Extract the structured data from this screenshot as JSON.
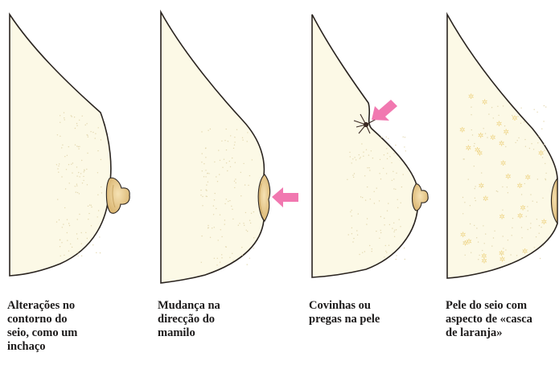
{
  "panels": [
    {
      "id": "contour-change",
      "caption_lines": [
        "Alterações no",
        "contorno do",
        "seio, como um",
        "inchaço"
      ]
    },
    {
      "id": "nipple-direction-change",
      "caption_lines": [
        "Mudança na",
        "direcção do",
        "mamilo"
      ]
    },
    {
      "id": "skin-dimpling",
      "caption_lines": [
        "Covinhas ou",
        "pregas na pele"
      ]
    },
    {
      "id": "orange-peel-skin",
      "caption_lines": [
        "Pele do seio com",
        "aspecto de «casca",
        "de laranja»"
      ]
    }
  ],
  "colors": {
    "skin_fill": "#fcf9e6",
    "outline": "#2a2420",
    "stipple": "#e3d8b0",
    "nipple": "#f0d79e",
    "nipple_shade": "#c9a664",
    "arrow": "#f178b0",
    "dimple": "#3b2a24",
    "orange_peel_spots": "#efd68a",
    "caption_text": "#1c1a1a"
  },
  "icons": [
    "breast-outline",
    "nipple",
    "pink-arrow-icon",
    "skin-dimple",
    "orange-peel-spots"
  ]
}
